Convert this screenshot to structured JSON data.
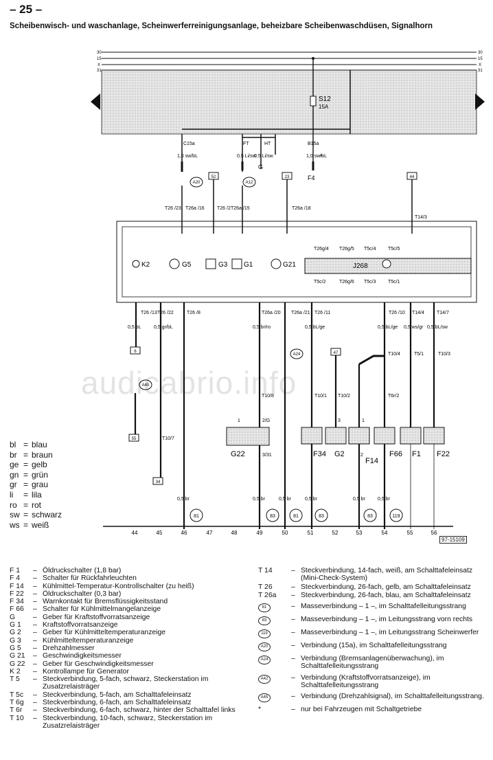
{
  "page_number": "– 25 –",
  "title": "Scheibenwisch- und waschanlage, Scheinwerferreinigungsanlage, beheizbare Scheibenwaschdüsen, Signalhorn",
  "bus_labels": [
    "30",
    "15",
    "X",
    "31"
  ],
  "fuse": {
    "label": "S12",
    "rating": "15A"
  },
  "top_connectors": [
    "C15a",
    "FT",
    "HT",
    "B15a"
  ],
  "wire_labels_top": [
    "1,0 sw/bL",
    "0,5 Li/sw",
    "0,5 Li/sw",
    "1,0 sw/bL"
  ],
  "ground_note": "G",
  "f4_label": "F4",
  "star": "*",
  "circle_refs": [
    "A20",
    "A12",
    "A24",
    "A45"
  ],
  "box_refs": [
    "52",
    "23",
    "44",
    "6",
    "55",
    "34",
    "47"
  ],
  "cluster_labels": [
    "K2",
    "G5",
    "G3",
    "G1",
    "G21",
    "J268",
    "T26g/4",
    "T26g/5",
    "T5c/4",
    "T5c/5",
    "T5c/2",
    "T26g/6",
    "T5c/3",
    "T5c/1"
  ],
  "upper_pins": [
    "T26 /23",
    "T26a /16",
    "T26 /2",
    "T26a /15",
    "T26a /18",
    "T14/3"
  ],
  "lower_pins": [
    "T26 /13",
    "T26 /22",
    "T26 /8",
    "T26a /20",
    "T26a /21",
    "T26 /11",
    "T26 /10",
    "T14/4",
    "T14/7"
  ],
  "wire_labels_lower": [
    "0,5 bL",
    "0,5 gr/bL",
    "0,5 br/ro",
    "0,5 bL/ge",
    "0,5 bL/ge",
    "0,5 ws/gr",
    "0,5 bL/sw"
  ],
  "connector_notes": [
    "T10/4",
    "T5/1",
    "T10/3",
    "T10/8",
    "T10/1",
    "T10/2",
    "T6r/2",
    "T10/7",
    "1",
    "2/G",
    "3/31",
    "3",
    "2",
    "1"
  ],
  "components_bottom": [
    "G22",
    "F34",
    "G2",
    "F14",
    "F66",
    "F1",
    "F22"
  ],
  "ground_refs": [
    "81",
    "83",
    "81",
    "83",
    "83",
    "119"
  ],
  "ground_wire": "0,5 br",
  "track_numbers": [
    "44",
    "45",
    "46",
    "47",
    "48",
    "49",
    "50",
    "51",
    "52",
    "53",
    "54",
    "55",
    "56"
  ],
  "drawing_ref": "97-15109",
  "watermark": "audicabrio.info",
  "color_legend": [
    {
      "code": "bl",
      "name": "blau"
    },
    {
      "code": "br",
      "name": "braun"
    },
    {
      "code": "ge",
      "name": "gelb"
    },
    {
      "code": "gn",
      "name": "grün"
    },
    {
      "code": "gr",
      "name": "grau"
    },
    {
      "code": "li",
      "name": "lila"
    },
    {
      "code": "ro",
      "name": "rot"
    },
    {
      "code": "sw",
      "name": "schwarz"
    },
    {
      "code": "ws",
      "name": "weiß"
    }
  ],
  "legend_left": [
    {
      "code": "F 1",
      "desc": "Öldruckschalter (1,8 bar)"
    },
    {
      "code": "F 4",
      "desc": "Schalter für Rückfahrleuchten"
    },
    {
      "code": "F 14",
      "desc": "Kühlmittel-Temperatur-Kontrollschalter (zu heiß)"
    },
    {
      "code": "F 22",
      "desc": "Öldruckschalter (0,3 bar)"
    },
    {
      "code": "F 34",
      "desc": "Warnkontakt für Bremsflüssigkeitsstand"
    },
    {
      "code": "F 66",
      "desc": "Schalter für Kühlmittelmangelanzeige"
    },
    {
      "code": "G",
      "desc": "Geber für Kraftstoffvorratsanzeige"
    },
    {
      "code": "G 1",
      "desc": "Kraftstoffvorratsanzeige"
    },
    {
      "code": "G 2",
      "desc": "Geber für Kühlmitteltemperaturanzeige"
    },
    {
      "code": "G 3",
      "desc": "Kühlmitteltemperaturanzeige"
    },
    {
      "code": "G 5",
      "desc": "Drehzahlmesser"
    },
    {
      "code": "G 21",
      "desc": "Geschwindigkeitsmesser"
    },
    {
      "code": "G 22",
      "desc": "Geber für Geschwindigkeitsmesser"
    },
    {
      "code": "K 2",
      "desc": "Kontrollampe für Generator"
    },
    {
      "code": "T 5",
      "desc": "Steckverbindung, 5-fach, schwarz, Steckerstation im Zusatzrelaisträger"
    },
    {
      "code": "T 5c",
      "desc": "Steckverbindung, 5-fach, am Schalttafeleinsatz"
    },
    {
      "code": "T 6g",
      "desc": "Steckverbindung, 6-fach, am Schalttafeleinsatz"
    },
    {
      "code": "T 6r",
      "desc": "Steckverbindung, 6-fach, schwarz, hinter der Schalttafel links"
    },
    {
      "code": "T 10",
      "desc": "Steckverbindung, 10-fach, schwarz, Steckerstation im Zusatzrelaisträger"
    }
  ],
  "legend_right": [
    {
      "code": "T 14",
      "sym": "",
      "desc": "Steckverbindung, 14-fach, weiß, am Schalttafeleinsatz (Mini-Check-System)"
    },
    {
      "code": "T 26",
      "sym": "",
      "desc": "Steckverbindung, 26-fach, gelb, am Schalttafeleinsatz"
    },
    {
      "code": "T 26a",
      "sym": "",
      "desc": "Steckverbindung, 26-fach, blau, am Schalttafeleinsatz"
    },
    {
      "code": "",
      "sym": "81",
      "desc": "Masseverbindung – 1 –, im Schalttafelleitungsstrang"
    },
    {
      "code": "",
      "sym": "83",
      "desc": "Masseverbindung – 1 –, im Leitungsstrang vorn rechts"
    },
    {
      "code": "",
      "sym": "119",
      "desc": "Masseverbindung – 1 –, im Leitungsstrang Scheinwerfer"
    },
    {
      "code": "",
      "sym": "A20",
      "desc": "Verbindung (15a), im Schalttafelleitungsstrang"
    },
    {
      "code": "",
      "sym": "A24",
      "desc": "Verbindung (Bremsanlagenüberwachung), im Schalttafelleitungsstrang"
    },
    {
      "code": "",
      "sym": "A42",
      "desc": "Verbindung (Kraftstoffvorratsanzeige), im Schalttafelleitungsstrang"
    },
    {
      "code": "",
      "sym": "A45",
      "desc": "Verbindung (Drehzahlsignal), im Schalttafelleitungsstrang."
    },
    {
      "code": "*",
      "sym": "",
      "desc": "nur bei Fahrzeugen mit Schaltgetriebe"
    }
  ]
}
